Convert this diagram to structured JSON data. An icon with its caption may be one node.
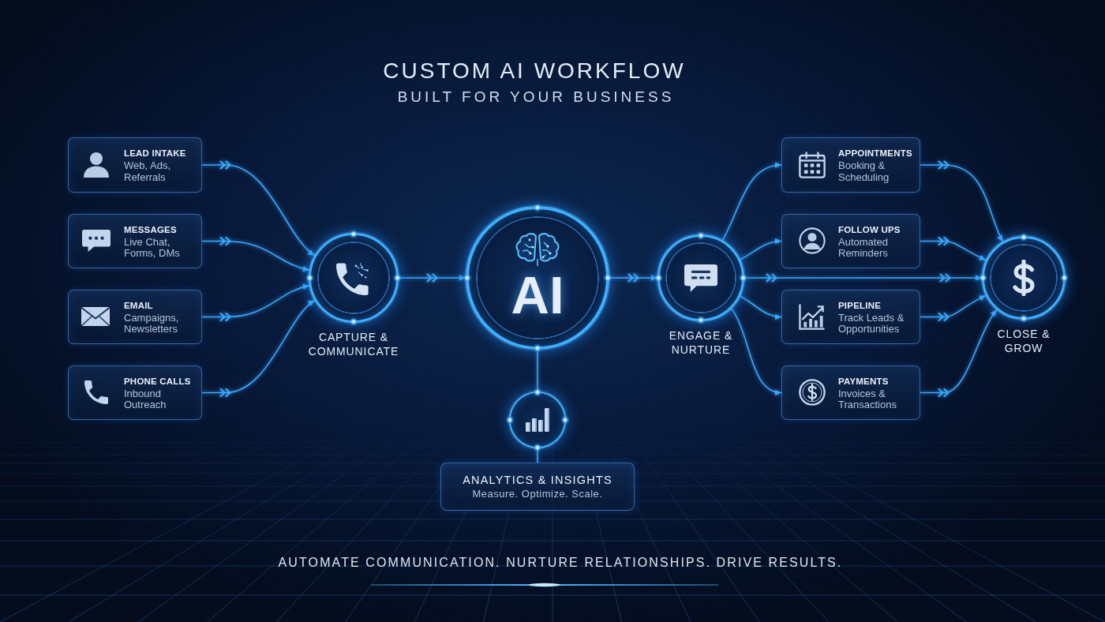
{
  "diagram": {
    "title": "CUSTOM AI WORKFLOW",
    "caption": "AUTOMATE COMMUNICATION. NURTURE RELATIONSHIPS. DRIVE RESULTS.",
    "nodes": [
      {
        "text": [
          "LEAD INTAKE",
          "Web, Ads, Referrals"
        ]
      },
      {
        "text": [
          "MESSAGES",
          "Live Chat, Forms, DMs"
        ]
      },
      {
        "text": [
          "EMAIL",
          "Campaigns, Newsletters"
        ]
      },
      {
        "text": [
          "PHONE CALLS",
          "Inbound Outreach"
        ]
      },
      {
        "text": [
          "CAPTURE & COMMUNICATE"
        ]
      },
      {
        "text": [
          "AI"
        ]
      },
      {
        "text": [],
        "shape": "circle"
      },
      {
        "text": [
          "ANALYTICS & INSIGHTS",
          "Measure. Optimize. Scale."
        ]
      },
      {
        "text": [
          "ENGAGE & NURTURE"
        ]
      },
      {
        "text": [
          "APPOINTMENTS",
          "Booking & Scheduling"
        ]
      },
      {
        "text": [
          "FOLLOW UPS",
          "Automated Reminders"
        ]
      },
      {
        "text": [
          "PIPELINE",
          "Track Leads & Opportunities"
        ]
      },
      {
        "text": [
          "PAYMENTS",
          "Invoices & Transactions"
        ]
      },
      {
        "text": [
          "CLOSE & GROW"
        ]
      }
    ],
    "edges": [
      {
        "from": 0,
        "to": 4,
        "arrow": "to"
      },
      {
        "from": 1,
        "to": 4,
        "arrow": "to"
      },
      {
        "from": 2,
        "to": 4,
        "arrow": "to"
      },
      {
        "from": 3,
        "to": 4,
        "arrow": "to"
      },
      {
        "from": 4,
        "to": 5,
        "arrow": "to"
      },
      {
        "from": 5,
        "to": 8,
        "arrow": "to"
      },
      {
        "from": 5,
        "to": 6,
        "arrow": "none"
      },
      {
        "from": 6,
        "to": 7,
        "arrow": "none"
      },
      {
        "from": 8,
        "to": 9,
        "arrow": "to"
      },
      {
        "from": 8,
        "to": 10,
        "arrow": "to"
      },
      {
        "from": 8,
        "to": 11,
        "arrow": "to"
      },
      {
        "from": 8,
        "to": 12,
        "arrow": "to"
      },
      {
        "from": 8,
        "to": 13,
        "arrow": "to"
      },
      {
        "from": 9,
        "to": 13,
        "arrow": "to"
      },
      {
        "from": 10,
        "to": 13,
        "arrow": "to"
      },
      {
        "from": 11,
        "to": 13,
        "arrow": "to"
      },
      {
        "from": 12,
        "to": 13,
        "arrow": "to"
      }
    ],
    "labels": [
      "BUILT FOR YOUR BUSINESS"
    ]
  }
}
